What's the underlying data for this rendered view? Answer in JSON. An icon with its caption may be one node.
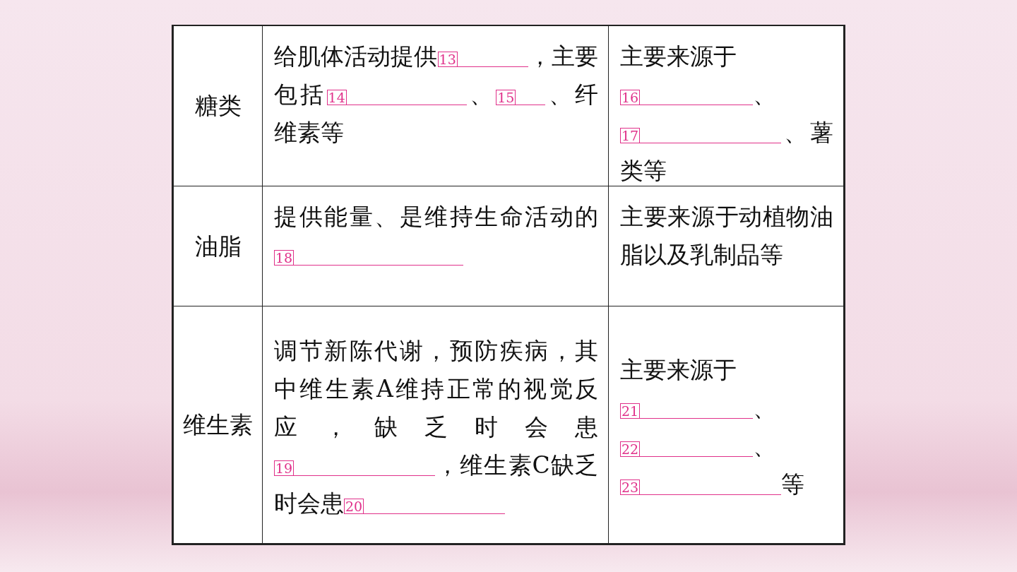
{
  "diagram": {
    "labels": [
      "糖类",
      "给肌体活动提供",
      "13",
      "，主要包括",
      "14",
      "、",
      "15",
      "、纤维素等",
      "主要来源于",
      "16",
      "、",
      "17",
      "、薯类等",
      "油脂",
      "提供能量、是维持生命活动的",
      "18",
      "主要来源于动植物油脂以及乳制品等",
      "维生素",
      "调节新陈代谢，预防疾病，其中维生素A维持正常的视觉反应，缺乏时会患",
      "19",
      "，维生素C缺乏时会患",
      "20",
      "主要来源于",
      "21",
      "、",
      "22",
      "、",
      "23",
      "等"
    ]
  }
}
